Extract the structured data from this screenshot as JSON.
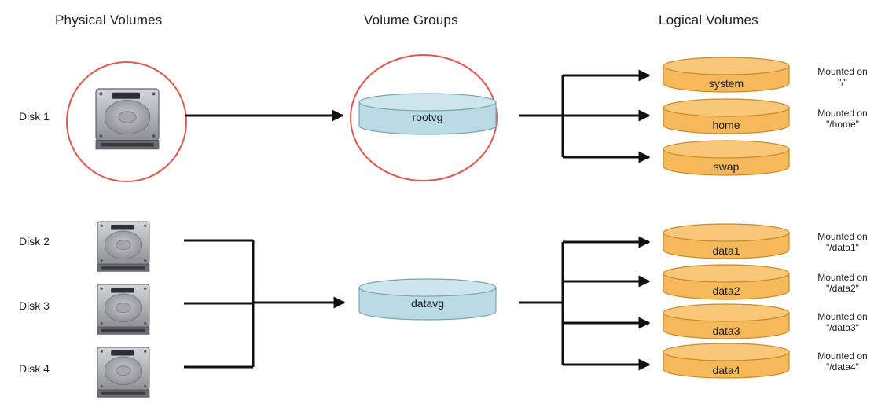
{
  "headers": {
    "physical": "Physical Volumes",
    "groups": "Volume Groups",
    "logical": "Logical Volumes"
  },
  "disks": [
    "Disk 1",
    "Disk 2",
    "Disk 3",
    "Disk 4"
  ],
  "volume_groups": [
    "rootvg",
    "datavg"
  ],
  "logical_volumes": [
    "system",
    "home",
    "swap",
    "data1",
    "data2",
    "data3",
    "data4"
  ],
  "mounts": [
    {
      "prefix": "Mounted on",
      "path": "\"/\""
    },
    {
      "prefix": "Mounted on",
      "path": "\"/home\""
    },
    {
      "prefix": "Mounted on",
      "path": "\"/data1\""
    },
    {
      "prefix": "Mounted on",
      "path": "\"/data2\""
    },
    {
      "prefix": "Mounted on",
      "path": "\"/data3\""
    },
    {
      "prefix": "Mounted on",
      "path": "\"/data4\""
    }
  ],
  "colors": {
    "vg_fill": "#b9dbe6",
    "vg_stroke": "#7fa3b3",
    "lv_fill": "#f5b95a",
    "lv_stroke": "#c98a2c",
    "highlight": "#e0574f",
    "arrow": "#111111"
  }
}
